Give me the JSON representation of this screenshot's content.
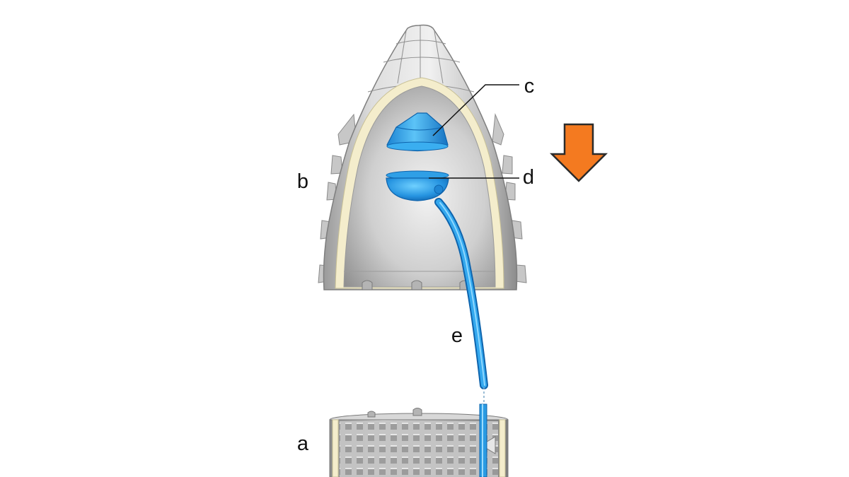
{
  "labels": {
    "a": "a",
    "b": "b",
    "c": "c",
    "d": "d",
    "e": "e"
  },
  "colors": {
    "background": "#ffffff",
    "shell_outer": "#c9c9c9",
    "shell_inner": "#a8a8a8",
    "liner": "#f4edcc",
    "blue_part": "#2a9be3",
    "blue_dark": "#137ac8",
    "arrow_fill": "#f47a20",
    "arrow_stroke": "#2b2b2b",
    "label_text": "#111111"
  },
  "icons": {
    "direction_arrow": "down-arrow-icon"
  }
}
